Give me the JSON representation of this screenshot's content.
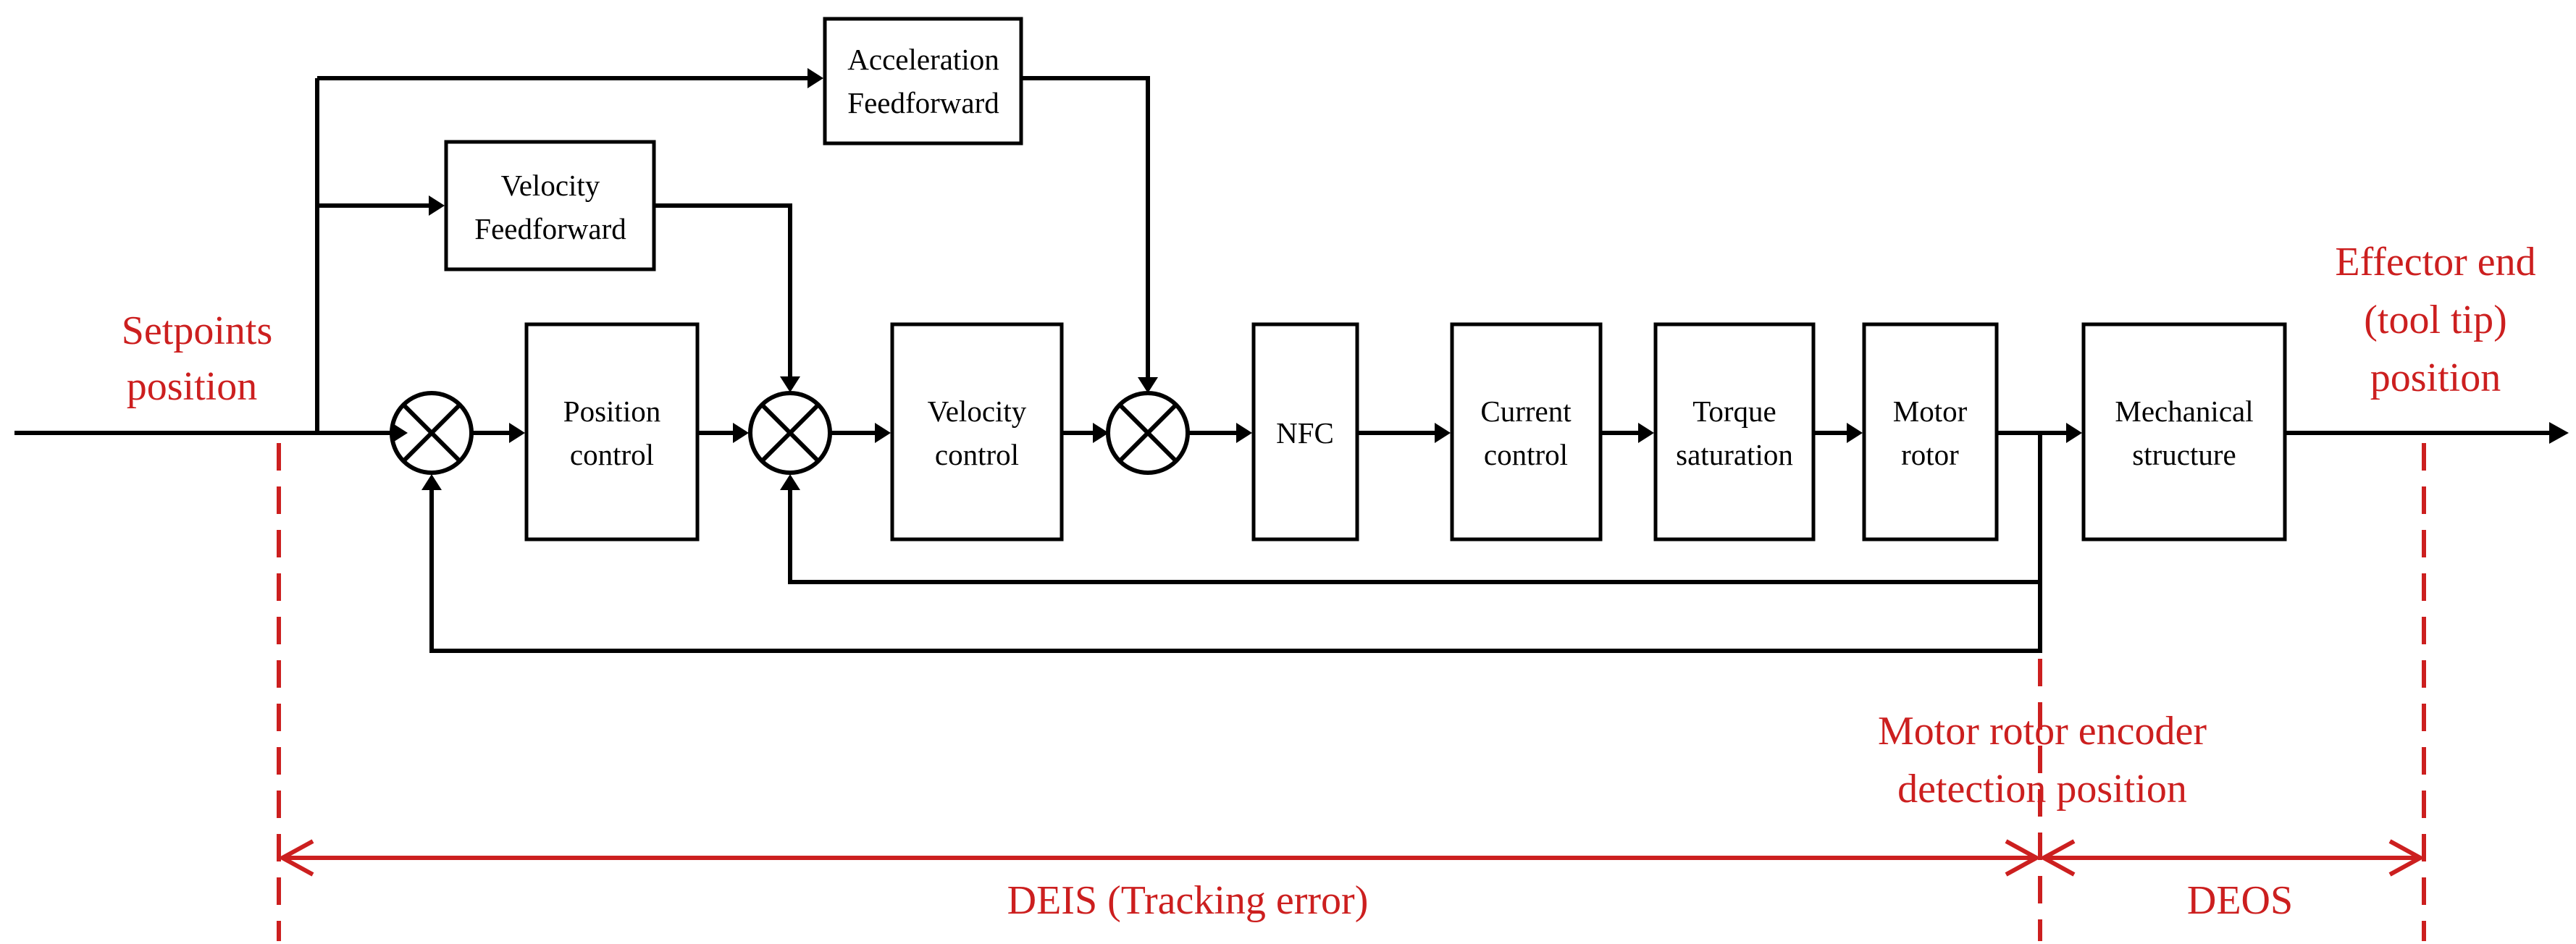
{
  "blocks": {
    "acceleration_ff": [
      "Acceleration",
      "Feedforward"
    ],
    "velocity_ff": [
      "Velocity",
      "Feedforward"
    ],
    "position_control": [
      "Position",
      "control"
    ],
    "velocity_control": [
      "Velocity",
      "control"
    ],
    "nfc": [
      "NFC"
    ],
    "current_control": [
      "Current",
      "control"
    ],
    "torque_saturation": [
      "Torque",
      "saturation"
    ],
    "motor_rotor": [
      "Motor",
      "rotor"
    ],
    "mechanical_structure": [
      "Mechanical",
      "structure"
    ]
  },
  "labels": {
    "setpoints": [
      "Setpoints",
      "position"
    ],
    "effector": [
      "Effector end",
      "(tool tip)",
      "position"
    ],
    "encoder": [
      "Motor rotor encoder",
      "detection position"
    ],
    "deis": "DEIS (Tracking error)",
    "deos": "DEOS"
  },
  "colors": {
    "annotation": "#cc1f1f",
    "line": "#000000"
  }
}
